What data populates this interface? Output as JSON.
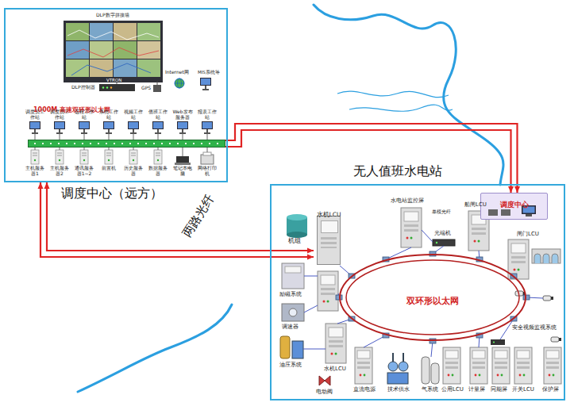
{
  "diagram": {
    "nodes": [
      {
        "text": [
          "调度中心（远方）"
        ]
      },
      {
        "text": [
          "1000M 高速双环形以太网"
        ],
        "in": 0
      },
      {
        "text": [
          "无人值班水电站"
        ]
      },
      {
        "text": [
          "调度中心"
        ],
        "in": 2
      },
      {
        "text": [
          "水机LCU"
        ],
        "in": 2
      },
      {
        "text": [
          "双环形以太网"
        ],
        "in": 2
      }
    ],
    "edges": [
      {
        "from": 1,
        "to": 3,
        "arrow": "to"
      },
      {
        "from": 4,
        "to": 0,
        "arrow": "both"
      }
    ],
    "labels": [
      "DLP数字拼接墙",
      "VTRON",
      "DLP控制器",
      "GPS",
      "Internet网",
      "MIS系统等",
      "调度员工作站",
      "调度员工作站",
      "远程工作站",
      "系统工作站",
      "视频工作站",
      "值班工作站",
      "Web发布服务器",
      "报表工作站",
      "主机服务器1",
      "主机服务器2",
      "通讯服务器1~2",
      "前置机",
      "历史服务器",
      "数据服务器",
      "笔记本电脑",
      "网络打印机",
      "两路光纤",
      "水电站监控屏",
      "单模光纤",
      "光端机",
      "船闸LCU",
      "闸门LCU",
      "安全视频监视系统",
      "机组",
      "励磁系统",
      "调速器",
      "油压系统",
      "水机LCU",
      "电动阀",
      "直流电源",
      "技术供水",
      "气系统",
      "公用LCU",
      "计量屏",
      "同期屏",
      "开关LCU",
      "保护屏"
    ]
  }
}
